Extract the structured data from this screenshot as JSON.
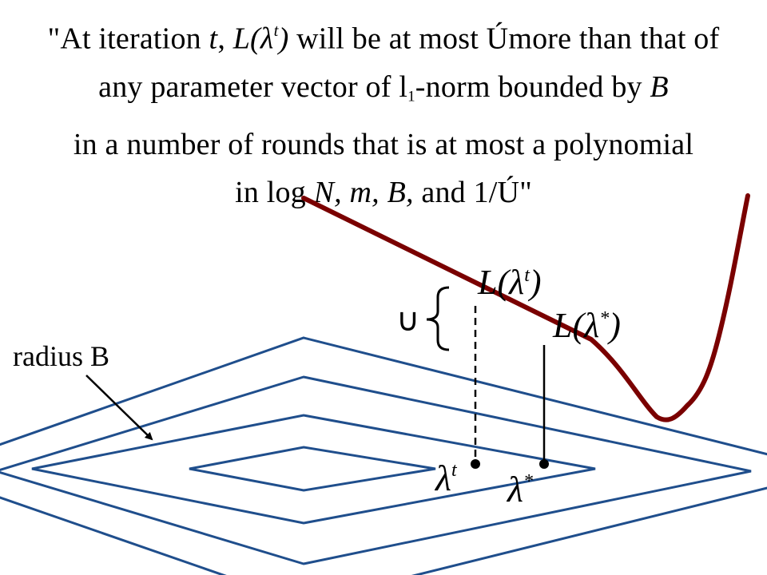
{
  "statement": {
    "line1": {
      "a": "\"At iteration ",
      "t": "t",
      "b": ", ",
      "L": "L(λ",
      "L_sup": "t",
      "L_close": ")",
      "c": " will be at most ",
      "eps": "Ú",
      "d": "more than that of"
    },
    "line2": {
      "a": "any parameter vector of ",
      "ell": "l",
      "ell_sub": "1",
      "b": "-norm bounded by ",
      "B": "B"
    },
    "line3": "in a number of rounds that is at most a polynomial",
    "line4": {
      "a": "in log ",
      "vars": "N, m, B,",
      "b": " and 1/",
      "eps": "Ú",
      "c": "\""
    }
  },
  "diagram": {
    "gap_symbol": "∪",
    "loss_at_t": {
      "base": "L(λ",
      "sup": "t",
      "close": ")"
    },
    "loss_at_star": {
      "base": "L(λ",
      "sup": "*",
      "close": ")"
    },
    "lambda_t": {
      "base": "λ",
      "sup": "t"
    },
    "lambda_star": {
      "base": "λ",
      "sup": "*"
    },
    "radius_label": "radius B"
  },
  "colors": {
    "curve": "#7a0000",
    "contours": "#1f4e8c",
    "text": "#000000"
  }
}
